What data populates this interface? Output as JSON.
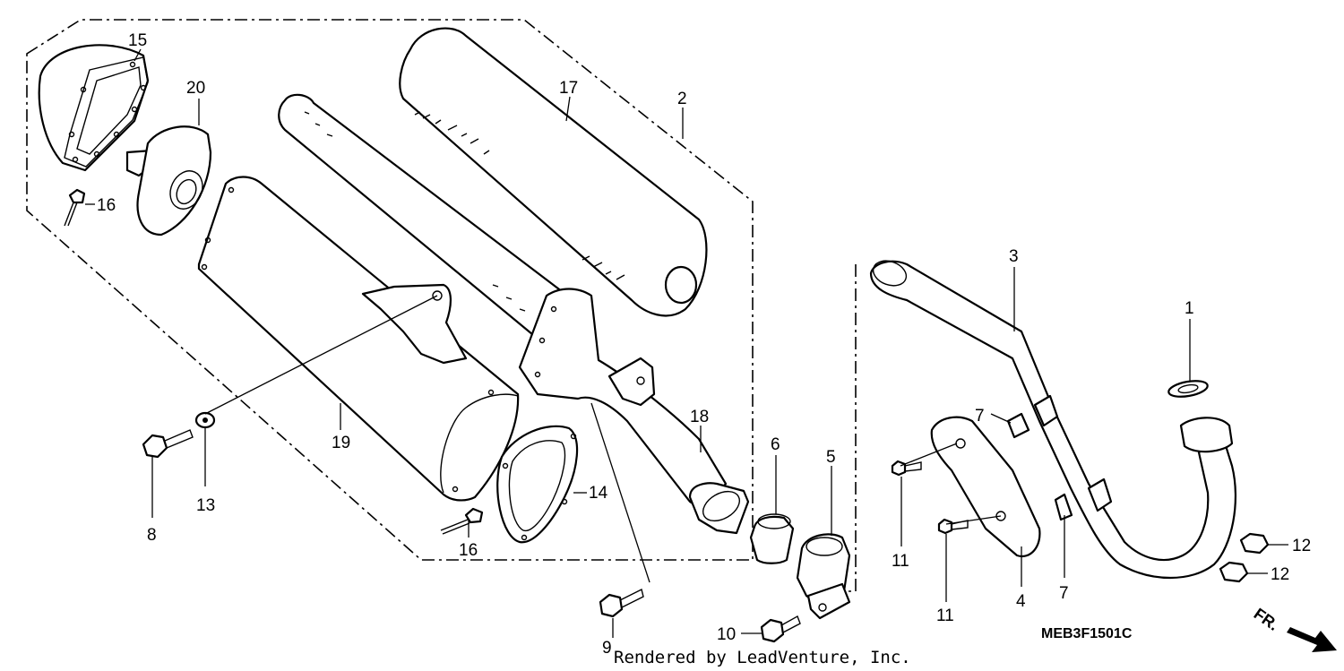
{
  "diagram": {
    "callouts": [
      "15",
      "20",
      "16",
      "17",
      "2",
      "19",
      "13",
      "8",
      "14",
      "16",
      "18",
      "6",
      "5",
      "3",
      "1",
      "7",
      "11",
      "11",
      "4",
      "7",
      "12",
      "12",
      "9",
      "10"
    ],
    "part_code": "MEB3F1501C",
    "watermark": "Rendered by LeadVenture, Inc.",
    "direction_label": "FR."
  },
  "colors": {
    "line": "#000000",
    "background": "#ffffff"
  }
}
